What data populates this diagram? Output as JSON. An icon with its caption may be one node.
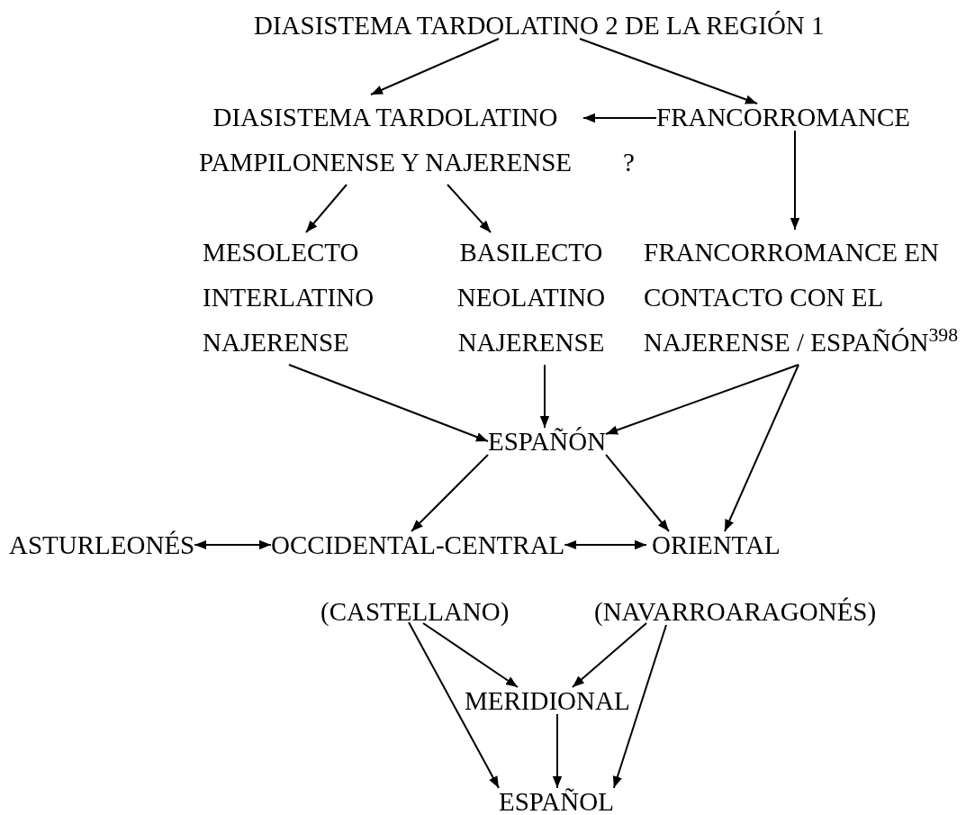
{
  "diagram": {
    "nodes": [
      {
        "text": [
          "DIASISTEMA TARDOLATINO 2 DE LA REGIÓN 1"
        ]
      },
      {
        "text": [
          "DIASISTEMA TARDOLATINO PAMPILONENSE Y NAJERENSE"
        ]
      },
      {
        "text": [
          "FRANCORROMANCE"
        ]
      },
      {
        "text": [
          "MESOLECTO INTERLATINO NAJERENSE"
        ]
      },
      {
        "text": [
          "BASILECTO NEOLATINO NAJERENSE"
        ]
      },
      {
        "text": [
          "FRANCORROMANCE EN CONTACTO CON EL NAJERENSE / ESPAÑÓN$^{398}$"
        ]
      },
      {
        "text": [
          "ESPAÑÓN"
        ]
      },
      {
        "text": [
          "ASTURLEONÉS"
        ]
      },
      {
        "text": [
          "OCCIDENTAL-CENTRAL",
          "(CASTELLANO)"
        ]
      },
      {
        "text": [
          "ORIENTAL",
          "(NAVARROARAGONÉS)"
        ]
      },
      {
        "text": [
          "MERIDIONAL"
        ]
      },
      {
        "text": [
          "ESPAÑOL"
        ]
      }
    ],
    "edges": [
      {
        "from": 0,
        "to": 1,
        "arrow": "to"
      },
      {
        "from": 0,
        "to": 2,
        "arrow": "to"
      },
      {
        "from": 2,
        "to": 1,
        "arrow": "to"
      },
      {
        "from": 2,
        "to": 5,
        "arrow": "to"
      },
      {
        "from": 1,
        "to": 3,
        "arrow": "to"
      },
      {
        "from": 1,
        "to": 4,
        "arrow": "to"
      },
      {
        "from": 3,
        "to": 6,
        "arrow": "to"
      },
      {
        "from": 4,
        "to": 6,
        "arrow": "to"
      },
      {
        "from": 5,
        "to": 6,
        "arrow": "to"
      },
      {
        "from": 5,
        "to": 9,
        "arrow": "to"
      },
      {
        "from": 6,
        "to": 8,
        "arrow": "to"
      },
      {
        "from": 6,
        "to": 9,
        "arrow": "to"
      },
      {
        "from": 7,
        "to": 8,
        "arrow": "both"
      },
      {
        "from": 8,
        "to": 9,
        "arrow": "both"
      },
      {
        "from": 8,
        "to": 10,
        "arrow": "to"
      },
      {
        "from": 9,
        "to": 10,
        "arrow": "to"
      },
      {
        "from": 8,
        "to": 11,
        "arrow": "to"
      },
      {
        "from": 9,
        "to": 11,
        "arrow": "to"
      },
      {
        "from": 10,
        "to": 11,
        "arrow": "to"
      }
    ],
    "labels": [
      "?"
    ]
  }
}
